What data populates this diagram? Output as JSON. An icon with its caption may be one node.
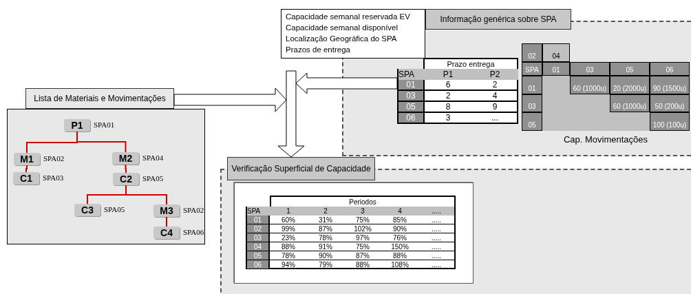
{
  "diagram": {
    "nodes": [
      {
        "text": [
          "Lista de Materiais e Movimentações"
        ]
      },
      {
        "text": [
          "P1"
        ],
        "beside": [
          "SPA01"
        ],
        "in": 0
      },
      {
        "text": [
          "M1"
        ],
        "beside": [
          "SPA02"
        ],
        "in": 0
      },
      {
        "text": [
          "M2"
        ],
        "beside": [
          "SPA04"
        ],
        "in": 0
      },
      {
        "text": [
          "C1"
        ],
        "beside": [
          "SPA03"
        ],
        "in": 0
      },
      {
        "text": [
          "C2"
        ],
        "beside": [
          "SPA05"
        ],
        "in": 0
      },
      {
        "text": [
          "C3"
        ],
        "beside": [
          "SPA05"
        ],
        "in": 0
      },
      {
        "text": [
          "M3"
        ],
        "beside": [
          "SPA02"
        ],
        "in": 0
      },
      {
        "text": [
          "C4"
        ],
        "beside": [
          "SPA06"
        ],
        "in": 0
      },
      {
        "text": [
          "Capacidade semanal reservada EV",
          "Capacidade semanal disponível",
          "Localização Geográfica do SPA",
          "Prazos de entrega"
        ]
      },
      {
        "text": [
          "Informação genérica sobre SPA"
        ]
      },
      {
        "text": [
          "Prazo entrega"
        ],
        "in": 10
      },
      {
        "text": [
          "Cap. Movimentações"
        ],
        "in": 10
      },
      {
        "text": [
          "Verificação Superficial de Capacidade"
        ]
      },
      {
        "text": [
          "Periodos"
        ],
        "in": 13
      }
    ],
    "edges": [
      {
        "from": 1,
        "to": 2,
        "arrow": "none"
      },
      {
        "from": 1,
        "to": 3,
        "arrow": "none"
      },
      {
        "from": 2,
        "to": 4,
        "arrow": "none"
      },
      {
        "from": 3,
        "to": 5,
        "arrow": "none"
      },
      {
        "from": 5,
        "to": 6,
        "arrow": "none"
      },
      {
        "from": 5,
        "to": 7,
        "arrow": "none"
      },
      {
        "from": 7,
        "to": 8,
        "arrow": "none"
      },
      {
        "from": 0,
        "to": 13,
        "arrow": "to",
        "style": "thick",
        "color": "#000000"
      },
      {
        "from": 11,
        "to": 13,
        "arrow": "to",
        "style": "thick",
        "color": "#000000"
      }
    ],
    "labels": [
      "SPA",
      "P1",
      "P2",
      "01",
      "6",
      "2",
      "03",
      "2",
      "4",
      "05",
      "8",
      "9",
      "06",
      "3",
      "...",
      "02",
      "04",
      "SPA",
      "01",
      "03",
      "05",
      "06",
      "01",
      "60 (1000u)",
      "20 (2000u)",
      "90 (1500u)",
      "03",
      "60 (1000u)",
      "50 (200u)",
      "05",
      "100 (100u)",
      "SPA",
      "1",
      "2",
      "3",
      "4",
      ".....",
      "01",
      "60%",
      "31%",
      "75%",
      "85%",
      ".....",
      "02",
      "99%",
      "87%",
      "102%",
      "90%",
      ".....",
      "03",
      "23%",
      "78%",
      "97%",
      "76%",
      ".....",
      "04",
      "88%",
      "91%",
      "75%",
      "150%",
      ".....",
      "05",
      "78%",
      "90%",
      "87%",
      "88%",
      ".....",
      "06",
      "94%",
      "79%",
      "88%",
      "108%",
      "....."
    ]
  }
}
